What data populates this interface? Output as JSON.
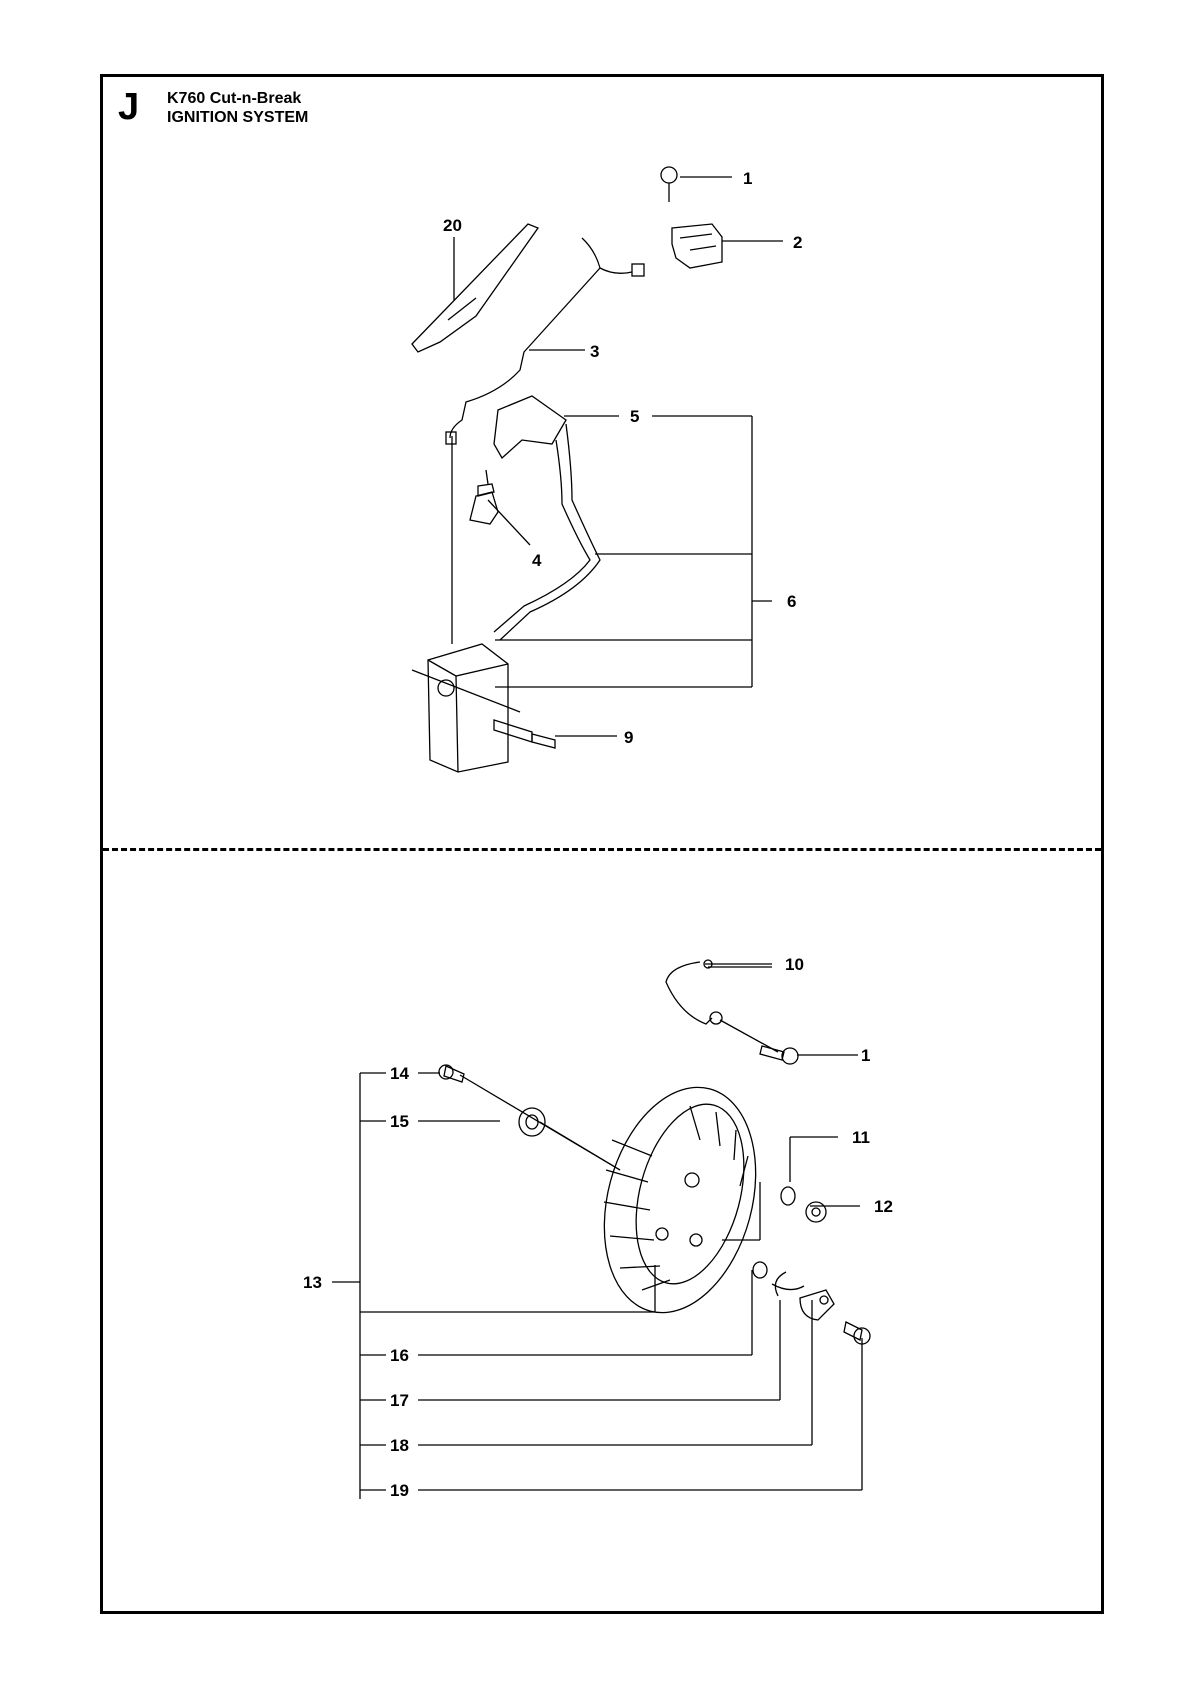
{
  "header": {
    "section_letter": "J",
    "model": "K760 Cut-n-Break",
    "subtitle": "IGNITION SYSTEM"
  },
  "callouts": [
    "1",
    "2",
    "20",
    "3",
    "5",
    "4",
    "6",
    "9",
    "10",
    "1",
    "14",
    "15",
    "11",
    "12",
    "13",
    "16",
    "17",
    "18",
    "19"
  ]
}
